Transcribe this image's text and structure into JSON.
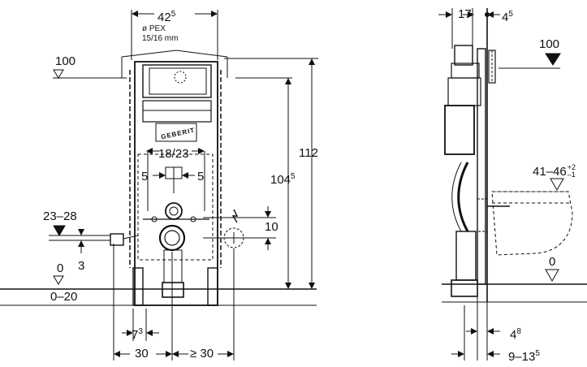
{
  "front": {
    "top_width": {
      "main": "42",
      "sup": "5"
    },
    "pipe": {
      "line1": "ø PEX",
      "line2": "15/16 mm"
    },
    "level_100": "100",
    "height_1045": {
      "main": "104",
      "sup": "5"
    },
    "height_112": "112",
    "spacing_1823": "18/23",
    "offset_left_5": "5",
    "offset_right_5": "5",
    "inlet_range": "23–28",
    "inlet_3": "3",
    "dim_10": "10",
    "floor_0": "0",
    "floor_range": "0–20",
    "dim_73": {
      "main": "7",
      "sup": "3"
    },
    "dim_30": "30",
    "dim_ge30": "≥ 30",
    "brand": "GEBERIT"
  },
  "side": {
    "dim_17": "17",
    "dim_45": {
      "main": "4",
      "sup": "5"
    },
    "level_100": "100",
    "bowl_height": {
      "main": "41–46",
      "sup_top": "+2",
      "sup_bottom": "–1"
    },
    "floor_0": "0",
    "dim_48": {
      "main": "4",
      "sup": "8"
    },
    "dim_913": {
      "main": "9–13",
      "sup": "5"
    }
  }
}
